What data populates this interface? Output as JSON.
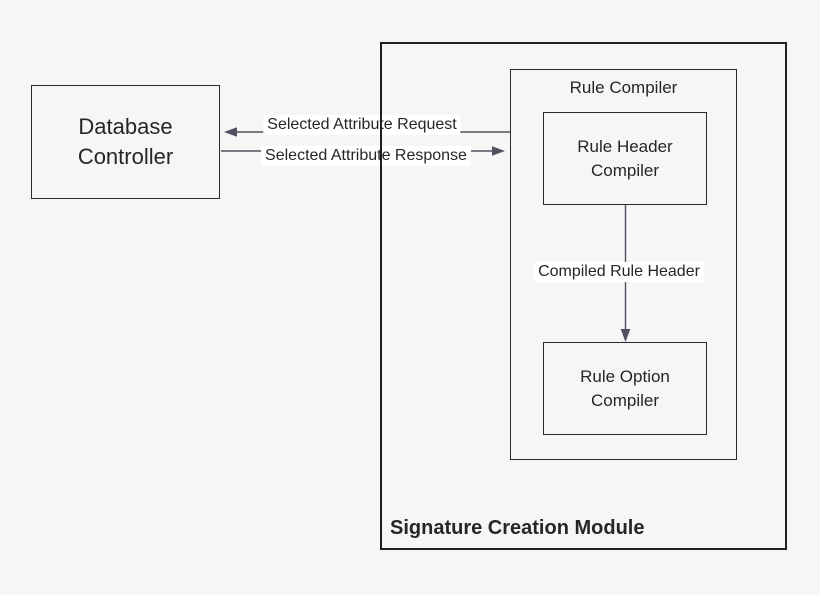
{
  "colors": {
    "background": "#f5f6f6",
    "box_border": "#2b2b2b",
    "arrow_line": "#50505f",
    "text": "#262626",
    "label_background": "#ffffff"
  },
  "boxes": {
    "database_controller": {
      "line1": "Database",
      "line2": "Controller"
    },
    "signature_creation_module": {
      "label": "Signature Creation Module"
    },
    "rule_compiler": {
      "title": "Rule Compiler"
    },
    "rule_header_compiler": {
      "line1": "Rule Header",
      "line2": "Compiler"
    },
    "rule_option_compiler": {
      "line1": "Rule Option",
      "line2": "Compiler"
    }
  },
  "arrows": {
    "selected_attribute_request": {
      "label": "Selected Attribute Request",
      "direction": "left"
    },
    "selected_attribute_response": {
      "label": "Selected Attribute Response",
      "direction": "right"
    },
    "compiled_rule_header": {
      "label": "Compiled Rule Header",
      "direction": "down"
    }
  }
}
